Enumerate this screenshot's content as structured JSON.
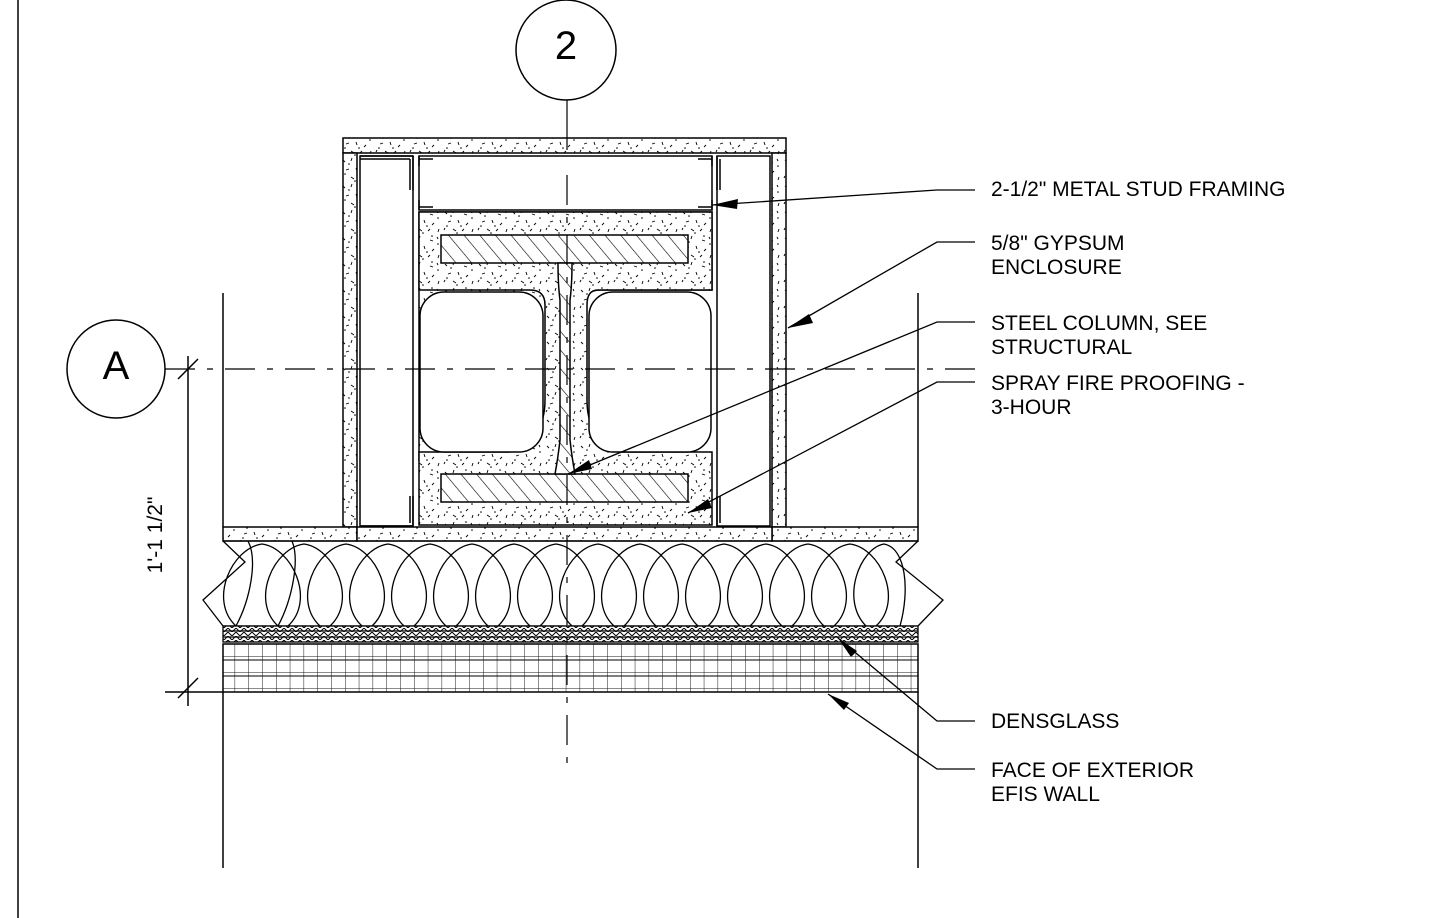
{
  "grid_bubbles": {
    "column": "2",
    "row": "A"
  },
  "dimension": "1'-1 1/2\"",
  "callouts": {
    "stud": [
      "2-1/2\" METAL STUD FRAMING"
    ],
    "gypsum": [
      "5/8\" GYPSUM",
      "ENCLOSURE"
    ],
    "column": [
      "STEEL COLUMN, SEE",
      "STRUCTURAL"
    ],
    "fireproof": [
      "SPRAY FIRE PROOFING -",
      "3-HOUR"
    ],
    "densglass": [
      "DENSGLASS"
    ],
    "efis": [
      "FACE OF EXTERIOR",
      "EFIS WALL"
    ]
  }
}
